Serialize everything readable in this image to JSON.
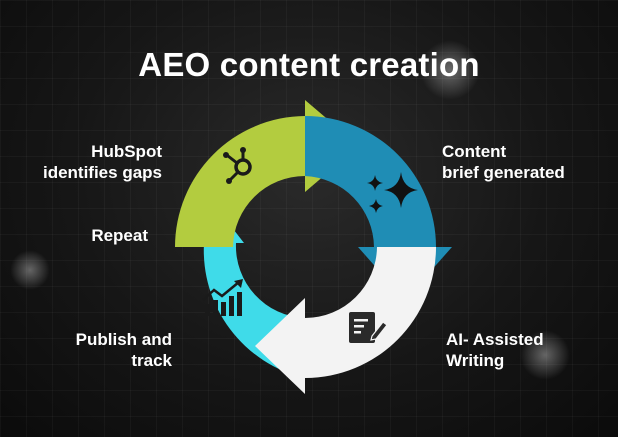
{
  "title": "AEO content creation",
  "steps": [
    {
      "lines": [
        "HubSpot",
        "identifies gaps"
      ],
      "icon": "hubspot-logo-icon",
      "color": "#b3cc3f"
    },
    {
      "lines": [
        "Content",
        "brief generated"
      ],
      "icon": "sparkles-icon",
      "color": "#1f8db5"
    },
    {
      "lines": [
        "AI- Assisted",
        "Writing"
      ],
      "icon": "document-edit-icon",
      "color": "#f3f3f3"
    },
    {
      "lines": [
        "Publish and",
        "track"
      ],
      "icon": "bar-chart-trend-icon",
      "color": "#3fdbe9"
    }
  ],
  "repeat_label": "Repeat"
}
